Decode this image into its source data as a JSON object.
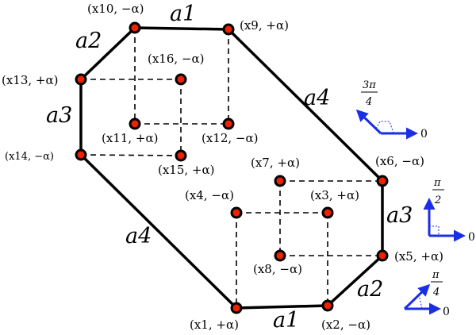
{
  "diagram": {
    "points": [
      {
        "id": "x1",
        "label": "(x1, +α)"
      },
      {
        "id": "x2",
        "label": "(x2, −α)"
      },
      {
        "id": "x3",
        "label": "(x3, +α)"
      },
      {
        "id": "x4",
        "label": "(x4, −α)"
      },
      {
        "id": "x5",
        "label": "(x5, +α)"
      },
      {
        "id": "x6",
        "label": "(x6, −α)"
      },
      {
        "id": "x7",
        "label": "(x7, +α)"
      },
      {
        "id": "x8",
        "label": "(x8, −α)"
      },
      {
        "id": "x9",
        "label": "(x9, +α)"
      },
      {
        "id": "x10",
        "label": "(x10, −α)"
      },
      {
        "id": "x11",
        "label": "(x11, +α)"
      },
      {
        "id": "x12",
        "label": "(x12, −α)"
      },
      {
        "id": "x13",
        "label": "(x13, +α)"
      },
      {
        "id": "x14",
        "label": "(x14, −α)"
      },
      {
        "id": "x15",
        "label": "(x15, +α)"
      },
      {
        "id": "x16",
        "label": "(x16, −α)"
      }
    ],
    "edge_labels": {
      "a1_top": "a1",
      "a1_bottom": "a1",
      "a2_top": "a2",
      "a2_bottom": "a2",
      "a3_left": "a3",
      "a3_right": "a3",
      "a4_upper": "a4",
      "a4_lower": "a4"
    },
    "angle_glyphs": [
      {
        "id": "three-pi-over-4",
        "numerator": "3π",
        "denominator": "4",
        "zero": "0"
      },
      {
        "id": "pi-over-2",
        "numerator": "π",
        "denominator": "2",
        "zero": "0"
      },
      {
        "id": "pi-over-4",
        "numerator": "π",
        "denominator": "4",
        "zero": "0"
      }
    ],
    "colors": {
      "point_fill": "#ee2200",
      "point_stroke": "#000000",
      "octagon": "#000000",
      "dashed": "#000000",
      "arrows": "#1a2ee6"
    }
  }
}
